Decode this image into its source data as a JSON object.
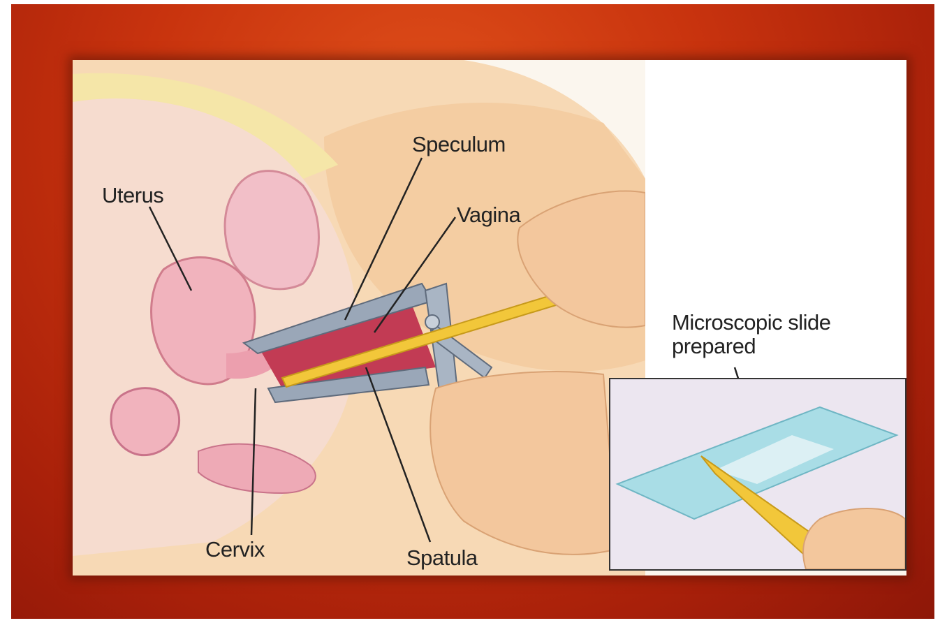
{
  "labels": {
    "speculum": "Speculum",
    "uterus": "Uterus",
    "vagina": "Vagina",
    "microscopic_slide": "Microscopic slide",
    "prepared": "prepared",
    "cervix": "Cervix",
    "spatula": "Spatula"
  },
  "colors": {
    "frame": "#c8330e",
    "tissue_pink": "#f0b8bc",
    "skin": "#f6cfa6",
    "spatula_yellow": "#f2c73a",
    "speculum_steel": "#9aa7b8",
    "slide_glass": "#a9dde6"
  }
}
